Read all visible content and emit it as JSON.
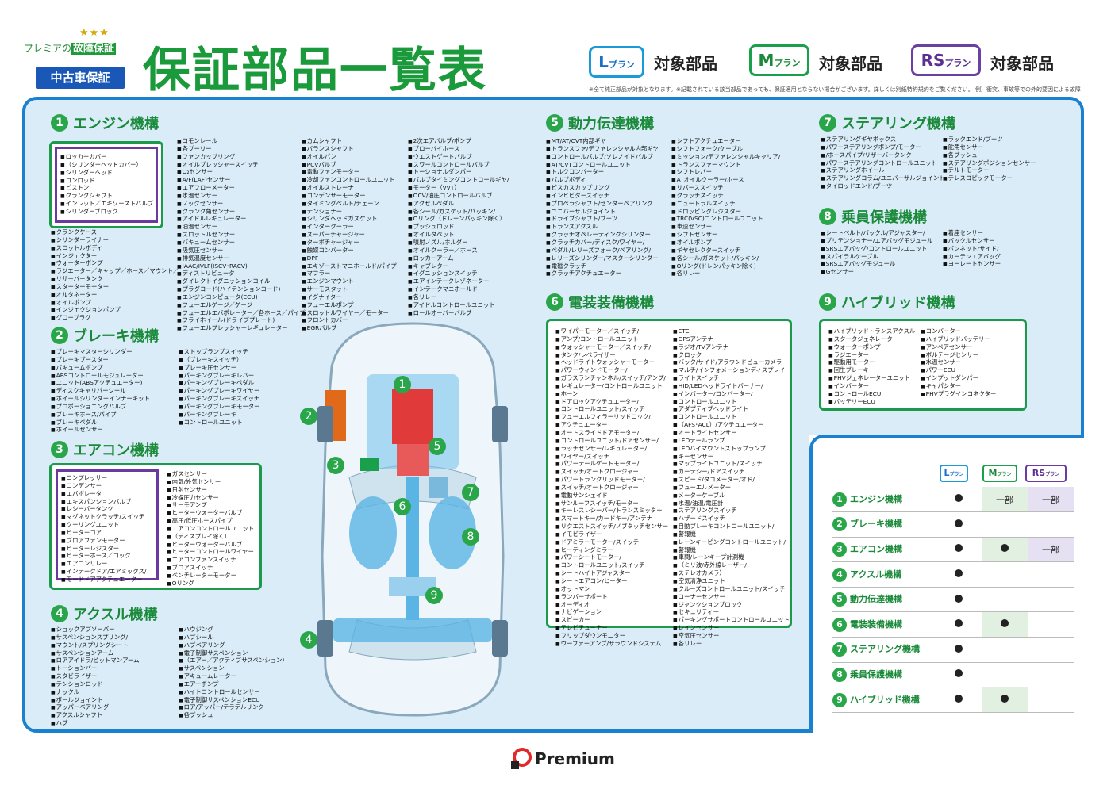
{
  "header": {
    "brand_prefix": "プレミアの",
    "brand_fix": "故障保証",
    "stars": "★★★",
    "usedcar": "中古車保証",
    "title": "保証部品一覧表",
    "plans": [
      {
        "code": "L",
        "suffix": "プラン",
        "target": "対象部品"
      },
      {
        "code": "M",
        "suffix": "プラン",
        "target": "対象部品"
      },
      {
        "code": "RS",
        "suffix": "プラン",
        "target": "対象部品"
      }
    ],
    "note": "※全て純正部品が対象となります。※記載されている該当部品であっても、保証適用とならない場合がございます。詳しくは別紙特約規約をご覧ください。 例）衝突、事故等での外的要因による故障、天災、いたずらが起因する故障など。"
  },
  "sections": [
    {
      "num": "1",
      "title": "エンジン機構",
      "box": [
        "ロッカーカバー",
        "（シリンダーヘッドカバー）",
        "シリンダーヘッド",
        "コンロッド",
        "ピストン",
        "クランクシャフト",
        "インレット／エキゾーストバルブ",
        "シリンダーブロック"
      ],
      "col_a": [
        "クランクケース",
        "シリンダーライナー",
        "スロットルボディ",
        "インジェクター",
        "ウォーターポンプ",
        "ラジエーター／キャップ／ホース／マウント／",
        "リザーバータンク",
        "スターターモーター",
        "オルタネーター",
        "オイルポンプ",
        "インジェクションポンプ",
        "グロープラグ"
      ],
      "col_b": [
        "コモンレール",
        "各プーリー",
        "ファンカップリング",
        "オイルプレッシャースイッチ",
        "O₂センサー",
        "A/F(LAF)センサー",
        "エアフローメーター",
        "水温センサー",
        "ノックセンサー",
        "クランク角センサー",
        "アイドルレギュレーター",
        "油温センサー",
        "スロットルセンサー",
        "バキュームセンサー",
        "吸気圧センサー",
        "排気温度センサー",
        "IAAC/IVLF(ISCV･RACV)",
        "ディストリビュータ",
        "ダイレクトイグニッションコイル",
        "プラグコード(ハイテンションコード)",
        "エンジンコンピュータ(ECU)",
        "フューエルゲージ／ゲージ",
        "フューエルエバポレーター／各ホース／パイプ",
        "フライホイール(ドライブプレート)",
        "フューエルプレッシャーレギュレーター"
      ],
      "col_c": [
        "カムシャフト",
        "バランスシャフト",
        "オイルパン",
        "PCVバルブ",
        "電動ファンモーター",
        "冷却ファンコントロールユニット",
        "オイルストレーナ",
        "コンデンサーモーター",
        "タイミングベルト/チェーン",
        "テンショナー",
        "シリンダヘッドガスケット",
        "インタークーラー",
        "スーパーチャージャー",
        "ターボチャージャー",
        "触媒コンバーター",
        "DPF",
        "エキゾーストマニホールド/パイプ",
        "マフラー",
        "エンジンマウント",
        "サーモスタット",
        "イグナイター",
        "フューエルポンプ",
        "スロットルワイヤー／モーター",
        "フロントカバー",
        "EGRバルブ"
      ],
      "col_d": [
        "2次エアバルブ/ポンプ",
        "ブローバイホース",
        "ウエストゲートバルブ",
        "スワールコントロールバルブ",
        "トーショナルダンパー",
        "バルブタイミングコントロールギヤ/",
        "モーター（VVT）",
        "OCV/油圧コントロールバルブ",
        "アクセルペダル",
        "各シール/ガスケット/パッキン/",
        "Oリング（ドレーンパッキン除く）",
        "プッシュロッド",
        "オイルタペット",
        "噴射ノズル/ホルダー",
        "オイルクーラー／ホース",
        "ロッカーアーム",
        "キャブレター",
        "イグニッションスイッチ",
        "エアインテークレゾネーター",
        "インテークマニホールド",
        "各リレー",
        "アイドルコントロールユニット",
        "ロールオーバーバルブ"
      ]
    },
    {
      "num": "2",
      "title": "ブレーキ機構",
      "col_a": [
        "ブレーキマスターシリンダー",
        "ブレーキブースター",
        "バキュームポンプ",
        "ABSコントロールモジュレーター",
        "ユニット(ABSアクチュエーター)",
        "ディスクキャリパーシール",
        "ホイールシリンダーインナーキット",
        "プロポーショニングバルブ",
        "ブレーキホース/パイプ",
        "ブレーキペダル",
        "ホイールセンサー"
      ],
      "col_b": [
        "ストップランプスイッチ",
        "（ブレーキスイッチ）",
        "ブレーキ圧センサー",
        "パーキングブレーキレバー",
        "パーキングブレーキペダル",
        "パーキングブレーキワイヤー",
        "パーキングブレーキスイッチ",
        "パーキングブレーキモーター",
        "パーキングブレーキ",
        "コントロールユニット"
      ]
    },
    {
      "num": "3",
      "title": "エアコン機構",
      "col_a": [
        "コンプレッサー",
        "コンデンサー",
        "エバポレータ",
        "エキスパンションバルブ",
        "レシーバータンク",
        "マグネットクラッチ/スイッチ",
        "クーリングユニット",
        "ヒーターコア",
        "ブロアファンモーター",
        "ヒーターレジスター",
        "ヒーターホース／コック",
        "エアコンリレー",
        "インテークドア/エアミックス/",
        "モードドアアクチュエーター"
      ],
      "col_b": [
        "ガスセンサー",
        "内気/外気センサー",
        "日射センサー",
        "冷媒圧力センサー",
        "サーモアンプ",
        "ヒーターウォーターバルブ",
        "高圧/低圧ホースパイプ",
        "エアコンコントロールユニット",
        "（ディスプレイ除く）",
        "ヒーターウォーターバルブ",
        "ヒーターコントロールワイヤー",
        "エアコンファンスイッチ",
        "ブロアスイッチ",
        "ベンチレーターモーター",
        "Oリング"
      ]
    },
    {
      "num": "4",
      "title": "アクスル機構",
      "col_a": [
        "ショックアブソーバー",
        "サスペンションスプリング/",
        "マウント/スプリングシート",
        "サスペンションアーム",
        "ロアアイドラ/ピットマンアーム",
        "トーションバー",
        "スタビライザー",
        "テンションロッド",
        "ナックル",
        "ボールジョイント",
        "アッパーベアリング",
        "アクスルシャフト",
        "ハブ"
      ],
      "col_b": [
        "ハウジング",
        "ハブシール",
        "ハブベアリング",
        "電子制御サスペンション",
        "（エアー／アクティブサスペンション）",
        "サスペンション",
        "アキュームレーター",
        "エアーポンプ",
        "ハイトコントロールセンサー",
        "電子制御サスペンションECU",
        "ロア/アッパー/テラテルリンク",
        "各ブッシュ"
      ]
    },
    {
      "num": "5",
      "title": "動力伝達機構",
      "col_a": [
        "MT/AT/CVT内部ギヤ",
        "トランスファ/デファレンシャル内部ギヤ",
        "コントロールバルブ/ソレノイドバルブ",
        "AT/CVTコントロールユニット",
        "トルクコンバーター",
        "バルブボディ",
        "ビスカスカップリング",
        "インヒビタースイッチ",
        "プロペラシャフト/センターベアリング",
        "ユニバーサルジョイント",
        "ドライブシャフト/ブーツ",
        "トランスアクスル",
        "クラッチオペレーティングシリンダー",
        "クラッチカバー/ディスク/ワイヤー/",
        "ペダル/レリーズフォーク/ベアリング/",
        "レリーズシリンダー/マスターシリンダー",
        "電磁クラッチ",
        "クラッチアクチュエーター"
      ],
      "col_b": [
        "シフトアクチュエーター",
        "シフトフォーク/ケーブル",
        "ミッション/デファレンシャルキャリア/",
        "トランスファーマウント",
        "シフトレバー",
        "ATオイルクーラー/ホース",
        "リバーススイッチ",
        "クラッチスイッチ",
        "ニュートラルスイッチ",
        "ドロッピングレジスター",
        "TRC(VSC)コントロールユニット",
        "車速センサー",
        "シフトセンサー",
        "オイルポンプ",
        "ギヤセレクタースイッチ",
        "各シール/ガスケット/パッキン/",
        "Oリング(ドレンパッキン除く)",
        "各リレー"
      ]
    },
    {
      "num": "6",
      "title": "電装装備機構",
      "col_a": [
        "ワイパーモーター／スイッチ/",
        "アンプ/コントロールユニット",
        "ウォッシャーモーター／スイッチ/",
        "タンク/レベライザー",
        "ヘッドライトウォッシャーモーター",
        "パワーウィンドモーター/",
        "ガラスランチャンネル/スイッチ/アンプ/",
        "レギュレーター/コントロールユニット",
        "ホーン",
        "ドアロックアクチュエーター/",
        "コントロールユニット/スイッチ",
        "フューエルフィラーリッドロック/",
        "アクチュエーター",
        "オートスライドドアモーター/",
        "コントロールユニット/ドアセンサー/",
        "ラッチセンサー/レギュレーター/",
        "ワイヤー/スイッチ",
        "パワーテールゲートモーター/",
        "スイッチ/オートクロージャー",
        "パワートランクリッドモーター/",
        "スイッチ/オートクロージャー",
        "電動サンシェイド",
        "サンルーフスイッチ/モーター",
        "キーレスレシーバー/トランスミッター",
        "スマートキー/カードキー/アンテナ",
        "リクエストスイッチ/ノブタッチセンサー",
        "イモビライザー",
        "ドアミラーモーター/スイッチ",
        "ヒーティングミラー",
        "パワーシートモーター/",
        "コントロールユニット/スイッチ",
        "シートハイトアジャスター",
        "シートエアコン/ヒーター",
        "オットマン",
        "ランバーサポート",
        "オーディオ",
        "ナビゲーション",
        "スピーカー",
        "テレビチューナー",
        "フリップダウンモニター",
        "ウーファーアンプ/サラウンドシステム"
      ],
      "col_b": [
        "ETC",
        "GPSアンテナ",
        "ラジオ/TVアンテナ",
        "クロック",
        "バック/サイド/アラウンドビューカメラ",
        "マルチ/インフォメーションディスプレイ",
        "ライトスイッチ",
        "HID/LEDヘッドライトバーナー/",
        "インバーター/コンバーター/",
        "コントロールユニット",
        "アダプティブヘッドライト",
        "コントロールユニット",
        "（AFS･ACL）/アクチュエーター",
        "オートライトセンサー",
        "LEDテールランプ",
        "LEDハイマウントストップランプ",
        "キーセンサー",
        "マップライトユニット/スイッチ",
        "カーテシー/ドアスイッチ",
        "スピード/タコメーター/オド/",
        "フューエルメーター",
        "メーターケーブル",
        "水温/油温/電圧計",
        "ステアリングスイッチ",
        "ハザードスイッチ",
        "自動ブレーキコントロールユニット/",
        "警報機",
        "レーンキーピングコントロールユニット/",
        "警報機",
        "車間/レーンキープ計測機",
        "（ミリ波/赤外線レーザー/",
        "ステレオカメラ）",
        "空気清浄ユニット",
        "クルーズコントロールユニット/スイッチ",
        "コーナーセンサー",
        "ジャンクションブロック",
        "セキュリティー",
        "パーキングサポートコントロールユニット",
        "レインセンサー",
        "空気圧センサー",
        "各リレー"
      ]
    },
    {
      "num": "7",
      "title": "ステアリング機構",
      "col_a": [
        "ステアリングギヤボックス",
        "パワーステアリングポンプ/モーター",
        "/ホースパイプ/リザーバータンク",
        "パワーステアリングコントロールユニット",
        "ステアリングホイール",
        "ステアリングコラム/ユニバーサルジョイント",
        "タイロッドエンド/ブーツ"
      ],
      "col_b": [
        "ラックエンド/ブーツ",
        "舵角センサー",
        "各ブッシュ",
        "ステアリングポジションセンサー",
        "チルトモーター",
        "テレスコピックモーター"
      ]
    },
    {
      "num": "8",
      "title": "乗員保護機構",
      "col_a": [
        "シートベルト/バックル/アジャスター/",
        "プリテンショナー/エアバッグモジュール",
        "SRSエアバッグ/コントロールユニット",
        "スパイラルケーブル",
        "SRSエアバッグモジュール",
        "Gセンサー"
      ],
      "col_b": [
        "着座センサー",
        "バックルセンサー",
        "ボンネット/サイド/",
        "カーテンエアバッグ",
        "ヨーレートセンサー"
      ]
    },
    {
      "num": "9",
      "title": "ハイブリッド機構",
      "col_a": [
        "ハイブリッドトランスアクスル",
        "スタータジェネレータ",
        "ウォーターポンプ",
        "ラジエーター",
        "駆動用モーター",
        "回生ブレーキ",
        "PHVジェネレーターユニット",
        "インバーター",
        "コントロールECU",
        "バッテリーECU"
      ],
      "col_b": [
        "コンバーター",
        "ハイブリッドバッテリー",
        "アンペアセンサー",
        "ボルテージセンサー",
        "水温センサー",
        "パワーECU",
        "インプットダンパー",
        "キャパシター",
        "PHVプラグインコネクター"
      ]
    }
  ],
  "car_markers": [
    "1",
    "2",
    "3",
    "4",
    "5",
    "6",
    "7",
    "8",
    "9"
  ],
  "table": {
    "headers": [
      {
        "code": "L",
        "suffix": "プラン"
      },
      {
        "code": "M",
        "suffix": "プラン"
      },
      {
        "code": "RS",
        "suffix": "プラン"
      }
    ],
    "rows": [
      {
        "num": "1",
        "name": "エンジン機構",
        "l": "dot",
        "m": "一部",
        "rs": "一部"
      },
      {
        "num": "2",
        "name": "ブレーキ機構",
        "l": "dot",
        "m": "",
        "rs": ""
      },
      {
        "num": "3",
        "name": "エアコン機構",
        "l": "dot",
        "m": "dot",
        "rs": "一部"
      },
      {
        "num": "4",
        "name": "アクスル機構",
        "l": "dot",
        "m": "",
        "rs": ""
      },
      {
        "num": "5",
        "name": "動力伝達機構",
        "l": "dot",
        "m": "",
        "rs": ""
      },
      {
        "num": "6",
        "name": "電装装備機構",
        "l": "dot",
        "m": "dot",
        "rs": ""
      },
      {
        "num": "7",
        "name": "ステアリング機構",
        "l": "dot",
        "m": "",
        "rs": ""
      },
      {
        "num": "8",
        "name": "乗員保護機構",
        "l": "dot",
        "m": "",
        "rs": ""
      },
      {
        "num": "9",
        "name": "ハイブリッド機構",
        "l": "dot",
        "m": "dot",
        "rs": ""
      }
    ]
  },
  "footer": {
    "brand": "Premium"
  },
  "colors": {
    "green": "#1a9a3a",
    "blue": "#1a80d0",
    "purple": "#6a3aa0",
    "panel": "#d9ecf7"
  }
}
